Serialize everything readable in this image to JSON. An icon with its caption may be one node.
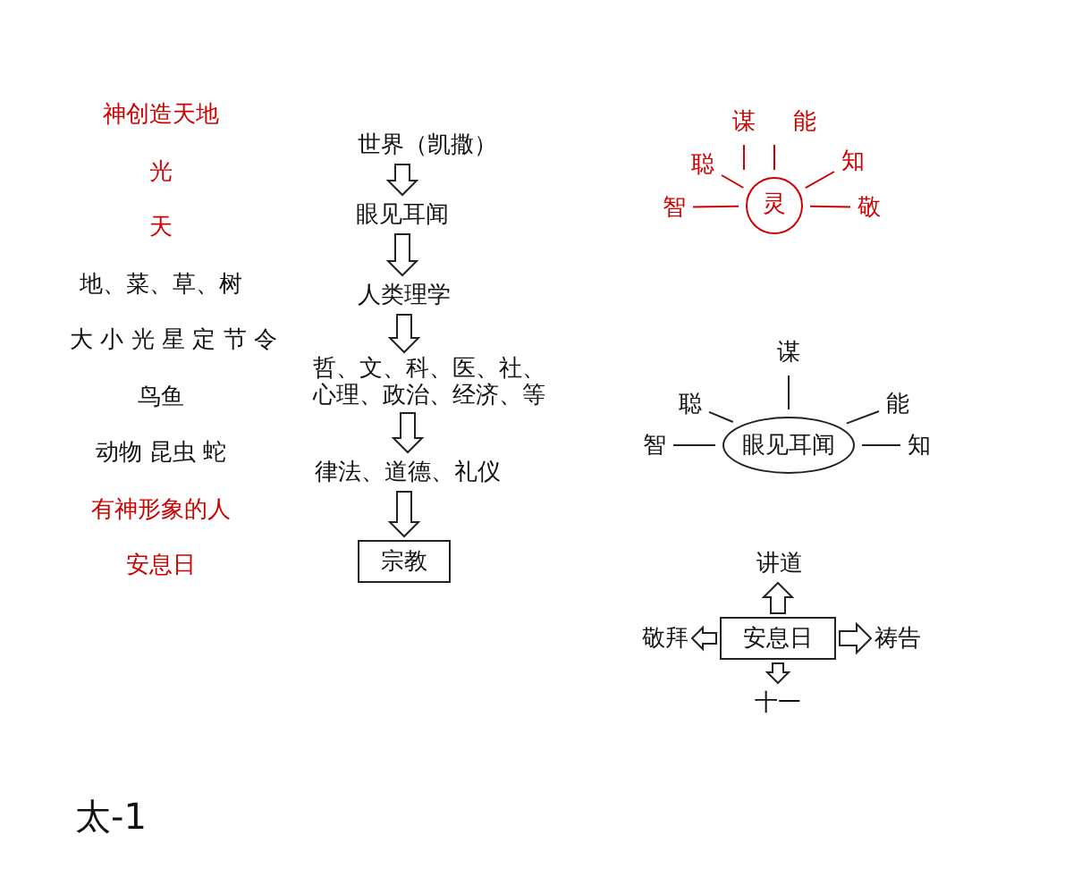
{
  "diagram": {
    "nodes": [
      {
        "text": [
          "世界（凯撒）"
        ]
      },
      {
        "text": [
          "眼见耳闻"
        ]
      },
      {
        "text": [
          "人类理学"
        ]
      },
      {
        "text": [
          "哲、文、科、医、社、心理、政治、经济、等"
        ]
      },
      {
        "text": [
          "律法、道德、礼仪"
        ]
      },
      {
        "text": [
          "宗教"
        ]
      },
      {
        "text": [
          "灵"
        ]
      },
      {
        "text": [
          "智"
        ]
      },
      {
        "text": [
          "聪"
        ]
      },
      {
        "text": [
          "谋"
        ]
      },
      {
        "text": [
          "能"
        ]
      },
      {
        "text": [
          "知"
        ]
      },
      {
        "text": [
          "敬"
        ]
      },
      {
        "text": [
          "眼见耳闻"
        ]
      },
      {
        "text": [
          "智"
        ]
      },
      {
        "text": [
          "聪"
        ]
      },
      {
        "text": [
          "谋"
        ]
      },
      {
        "text": [
          "能"
        ]
      },
      {
        "text": [
          "知"
        ]
      },
      {
        "text": [
          "安息日"
        ]
      },
      {
        "text": [
          "讲道"
        ]
      },
      {
        "text": [
          "敬拜"
        ]
      },
      {
        "text": [
          "祷告"
        ]
      },
      {
        "text": [
          "十一"
        ]
      }
    ],
    "edges": [
      {
        "from": 0,
        "to": 1,
        "arrow": "to"
      },
      {
        "from": 1,
        "to": 2,
        "arrow": "to"
      },
      {
        "from": 2,
        "to": 3,
        "arrow": "to"
      },
      {
        "from": 3,
        "to": 4,
        "arrow": "to"
      },
      {
        "from": 4,
        "to": 5,
        "arrow": "to"
      },
      {
        "from": 6,
        "to": 7,
        "arrow": "none",
        "color": "#cc0000"
      },
      {
        "from": 6,
        "to": 8,
        "arrow": "none",
        "color": "#cc0000"
      },
      {
        "from": 6,
        "to": 9,
        "arrow": "none",
        "color": "#cc0000"
      },
      {
        "from": 6,
        "to": 10,
        "arrow": "none",
        "color": "#cc0000"
      },
      {
        "from": 6,
        "to": 11,
        "arrow": "none",
        "color": "#cc0000"
      },
      {
        "from": 6,
        "to": 12,
        "arrow": "none",
        "color": "#cc0000"
      },
      {
        "from": 13,
        "to": 14,
        "arrow": "none",
        "color": "#222222"
      },
      {
        "from": 13,
        "to": 15,
        "arrow": "none",
        "color": "#222222"
      },
      {
        "from": 13,
        "to": 16,
        "arrow": "none",
        "color": "#222222"
      },
      {
        "from": 13,
        "to": 17,
        "arrow": "none",
        "color": "#222222"
      },
      {
        "from": 13,
        "to": 18,
        "arrow": "none",
        "color": "#222222"
      },
      {
        "from": 19,
        "to": 20,
        "arrow": "to"
      },
      {
        "from": 19,
        "to": 21,
        "arrow": "to"
      },
      {
        "from": 19,
        "to": 22,
        "arrow": "to"
      },
      {
        "from": 19,
        "to": 23,
        "arrow": "to"
      }
    ],
    "labels": [
      "神创造天地",
      "光",
      "天",
      "地、菜、草、树",
      "大 小 光 星 定 节 令",
      "鸟鱼",
      "动物 昆虫 蛇",
      "有神形象的人",
      "安息日",
      "太-1"
    ]
  }
}
